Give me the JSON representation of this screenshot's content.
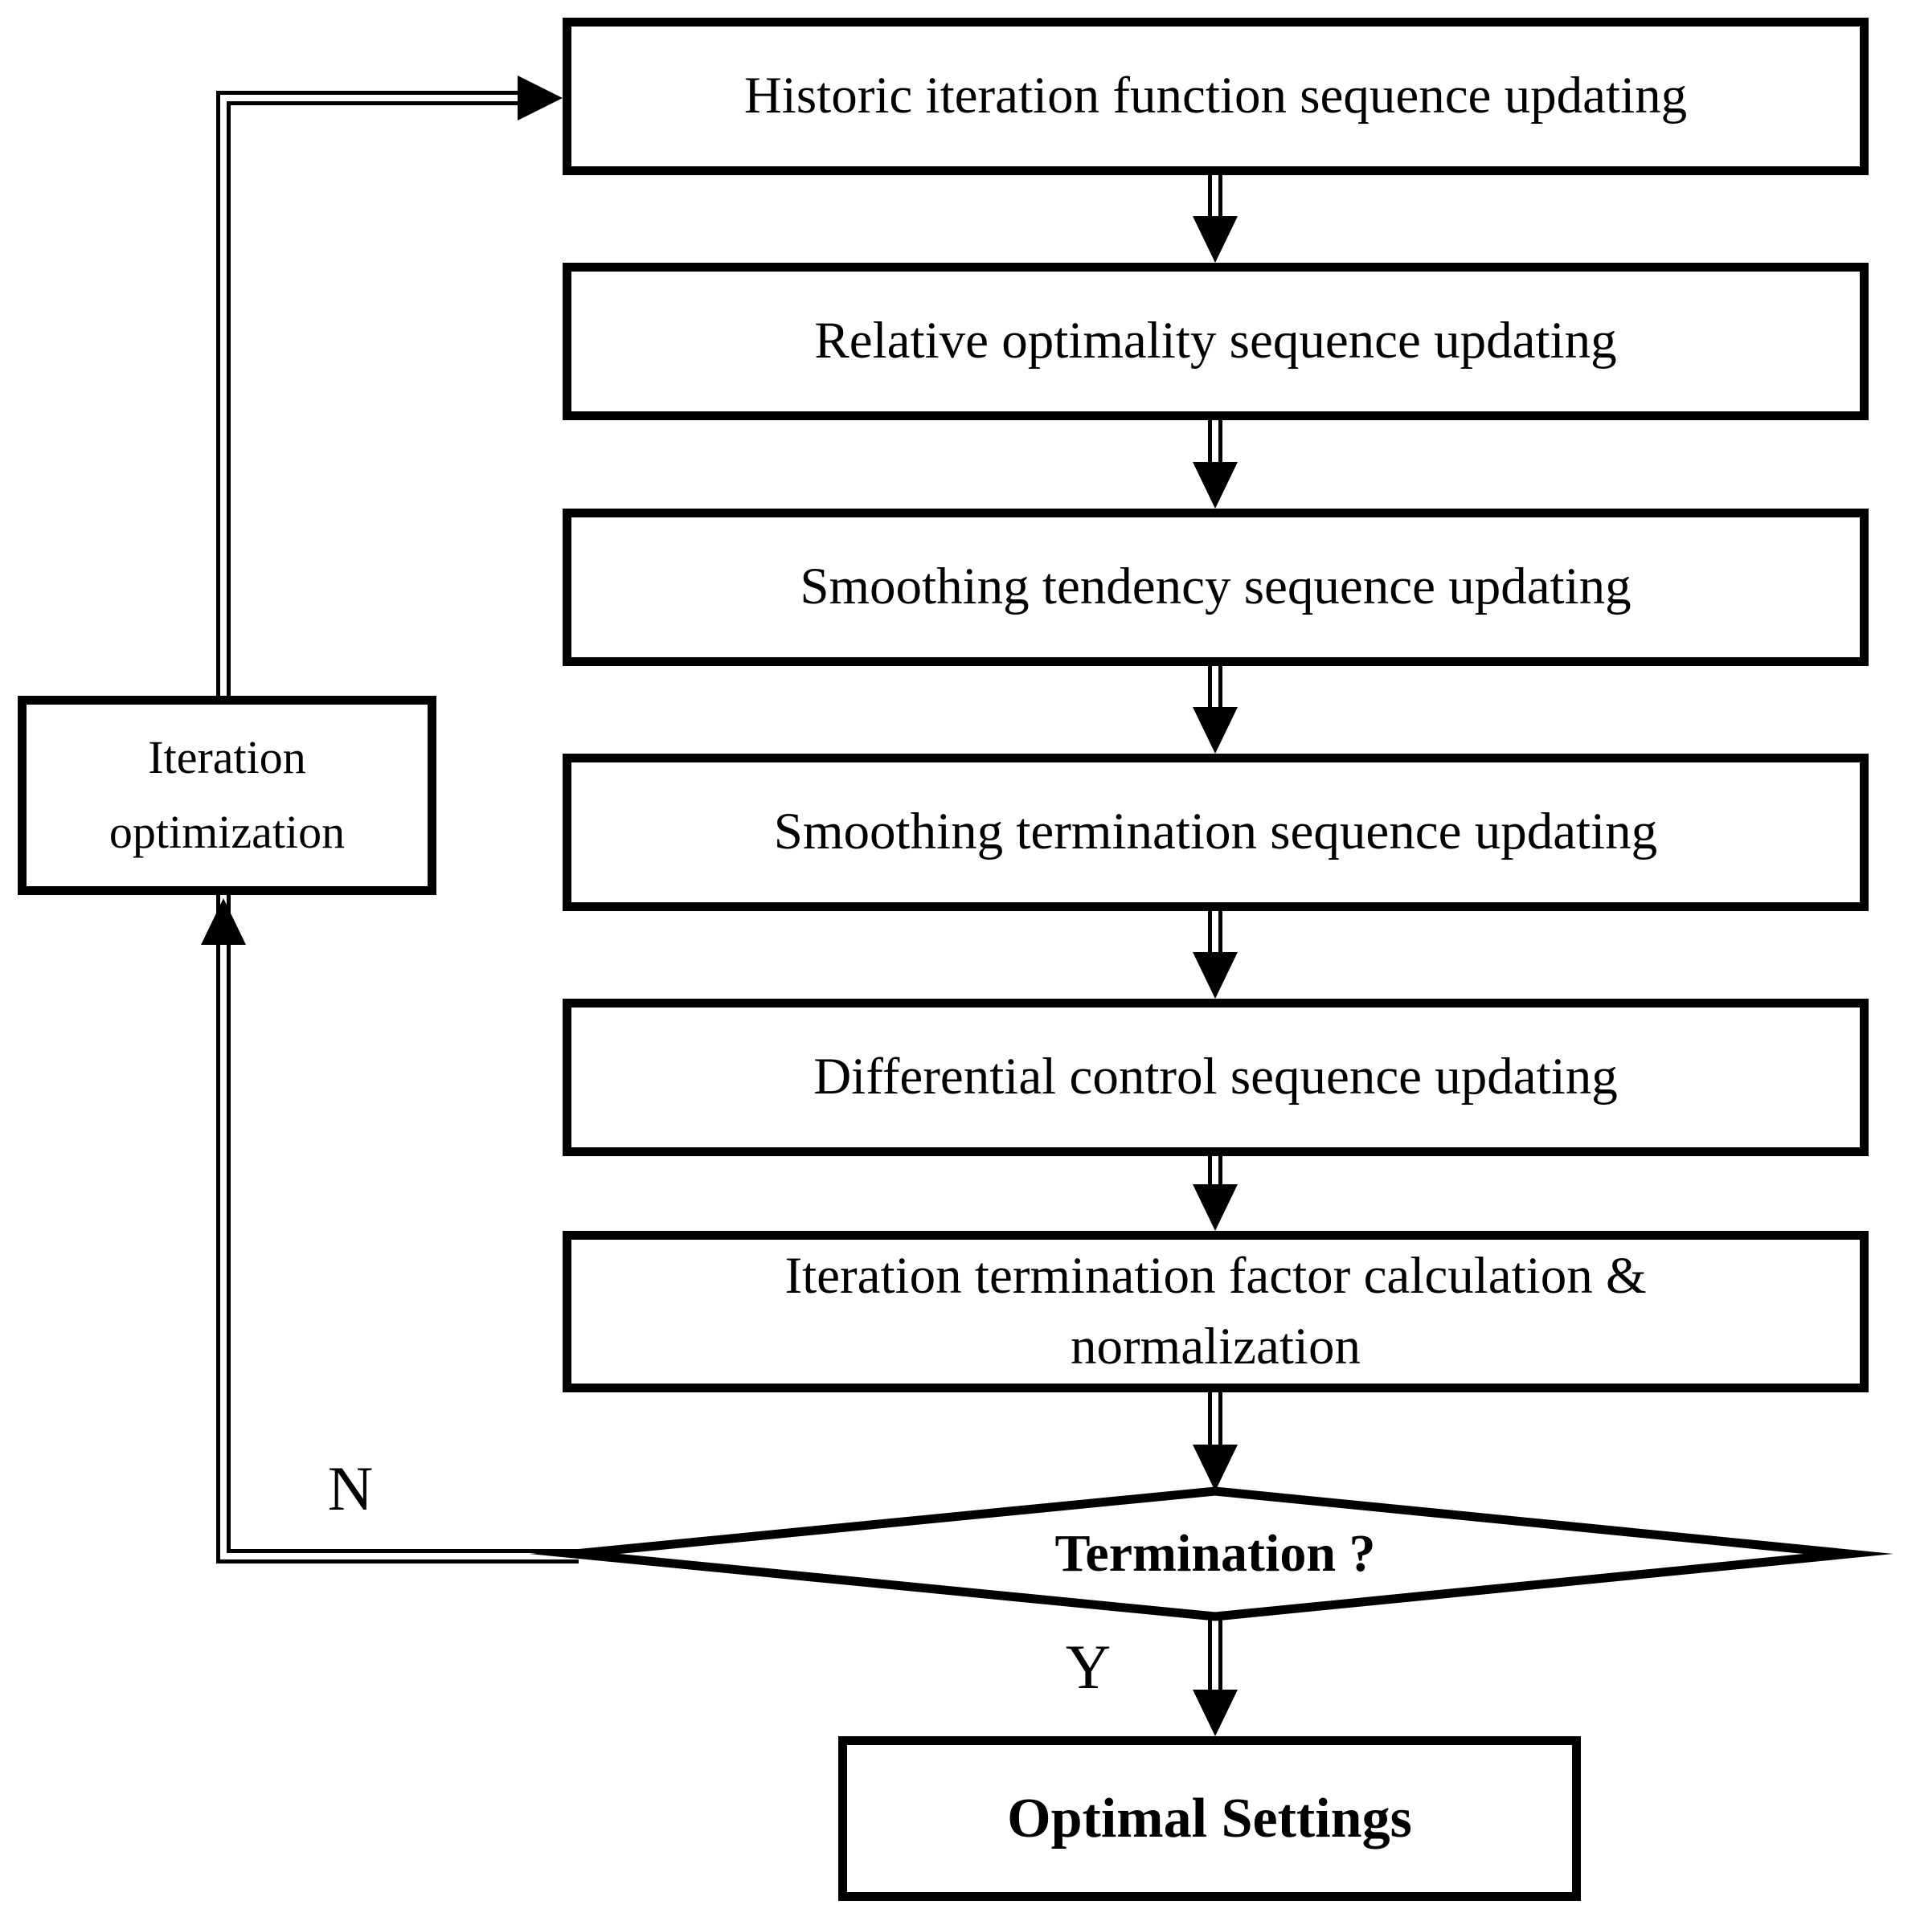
{
  "figure": {
    "background": "#ffffff",
    "ink": "#000000",
    "process_boxes": [
      {
        "label": "Historic iteration function sequence updating"
      },
      {
        "label": "Relative optimality sequence updating"
      },
      {
        "label": "Smoothing tendency sequence updating"
      },
      {
        "label": "Smoothing termination sequence updating"
      },
      {
        "label": "Differential control sequence updating"
      },
      {
        "label": "Iteration termination factor calculation & normalization"
      }
    ],
    "feedback_box": {
      "label": "Iteration optimization"
    },
    "decision": {
      "label": "Termination ?"
    },
    "terminal": {
      "label": "Optimal Settings"
    },
    "branch_labels": {
      "no": "N",
      "yes": "Y"
    }
  }
}
